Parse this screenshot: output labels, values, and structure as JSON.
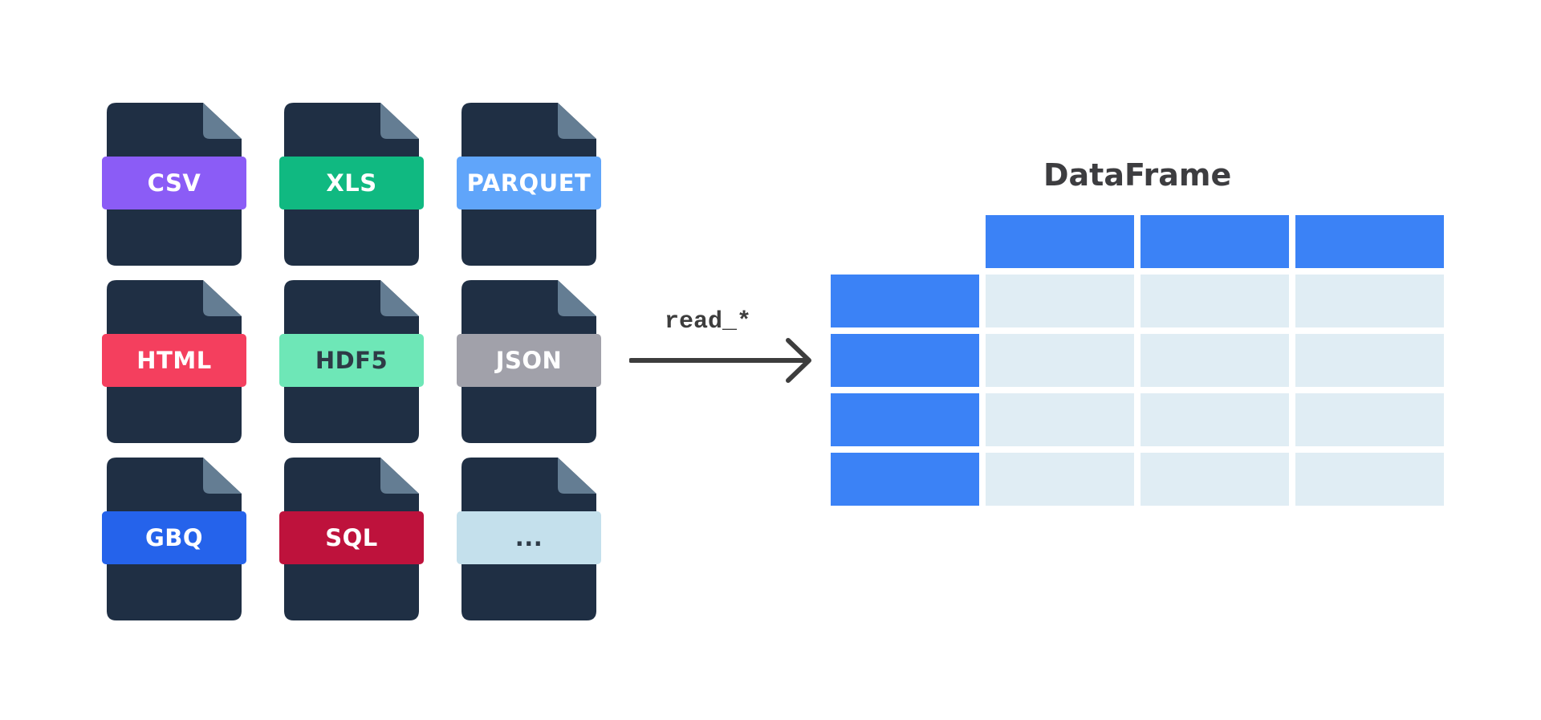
{
  "files": [
    {
      "label": "CSV",
      "band_color": "#8b5cf6",
      "text_color": "#ffffff"
    },
    {
      "label": "XLS",
      "band_color": "#10b981",
      "text_color": "#ffffff"
    },
    {
      "label": "PARQUET",
      "band_color": "#60a5fa",
      "text_color": "#ffffff"
    },
    {
      "label": "HTML",
      "band_color": "#f43f5e",
      "text_color": "#ffffff"
    },
    {
      "label": "HDF5",
      "band_color": "#6ee7b7",
      "text_color": "#2e3a46"
    },
    {
      "label": "JSON",
      "band_color": "#a1a1aa",
      "text_color": "#ffffff"
    },
    {
      "label": "GBQ",
      "band_color": "#2563eb",
      "text_color": "#ffffff"
    },
    {
      "label": "SQL",
      "band_color": "#be123c",
      "text_color": "#ffffff"
    },
    {
      "label": "...",
      "band_color": "#c4e0ec",
      "text_color": "#2e3a46"
    }
  ],
  "file_body_color": "#1f2f44",
  "file_corner_color": "#647d93",
  "arrow": {
    "label": "read_*",
    "color": "#3d3d3d"
  },
  "dataframe": {
    "title": "DataFrame",
    "header_color": "#3b82f6",
    "index_color": "#3b82f6",
    "cell_color": "#e0edf4",
    "columns": 3,
    "rows": 4
  }
}
